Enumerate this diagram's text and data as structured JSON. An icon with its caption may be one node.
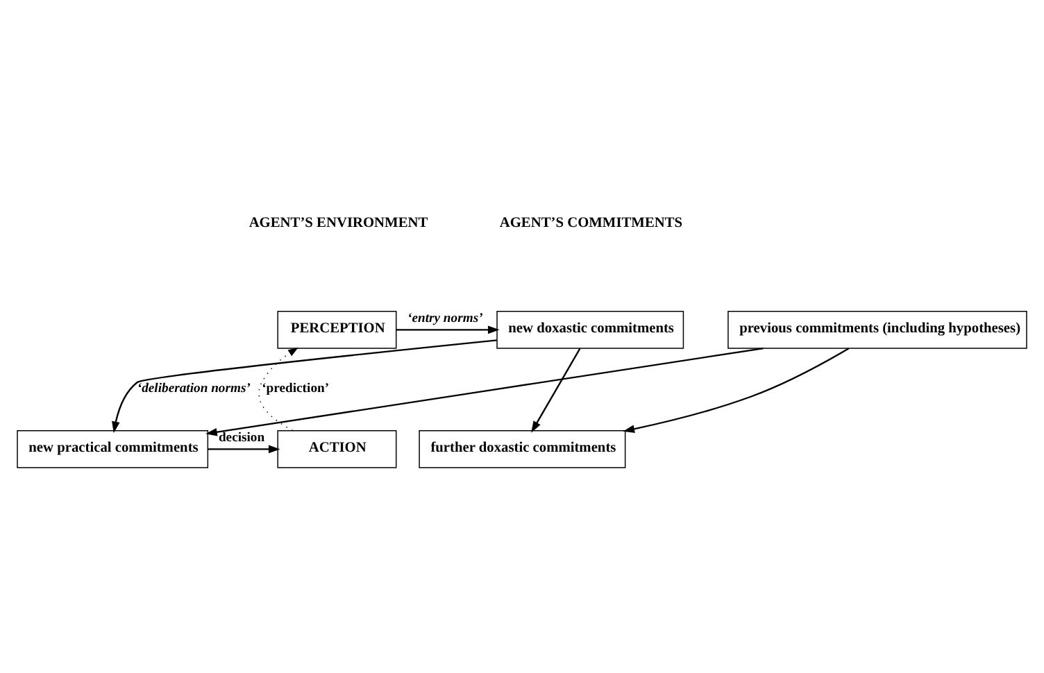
{
  "diagram": {
    "nodes": [
      {
        "text": [
          "PERCEPTION"
        ]
      },
      {
        "text": [
          "new doxastic commitments"
        ]
      },
      {
        "text": [
          "previous commitments (including hypotheses)"
        ]
      },
      {
        "text": [
          "new practical commitments"
        ]
      },
      {
        "text": [
          "further doxastic commitments"
        ]
      },
      {
        "text": [
          "ACTION"
        ]
      }
    ],
    "edges": [
      {
        "from": 0,
        "to": 1,
        "arrow": "to",
        "label": "‘entry norms’"
      },
      {
        "from": 1,
        "to": 3,
        "arrow": "to",
        "label": "‘deliberation norms’"
      },
      {
        "from": 1,
        "to": 4,
        "arrow": "to"
      },
      {
        "from": 2,
        "to": 3,
        "arrow": "to"
      },
      {
        "from": 2,
        "to": 4,
        "arrow": "to"
      },
      {
        "from": 3,
        "to": 5,
        "arrow": "to",
        "label": "decision"
      },
      {
        "from": 5,
        "to": 0,
        "arrow": "to",
        "label": "‘prediction’",
        "style": "dashed"
      }
    ],
    "labels": [
      "AGENT’S ENVIRONMENT",
      "AGENT’S COMMITMENTS"
    ]
  }
}
